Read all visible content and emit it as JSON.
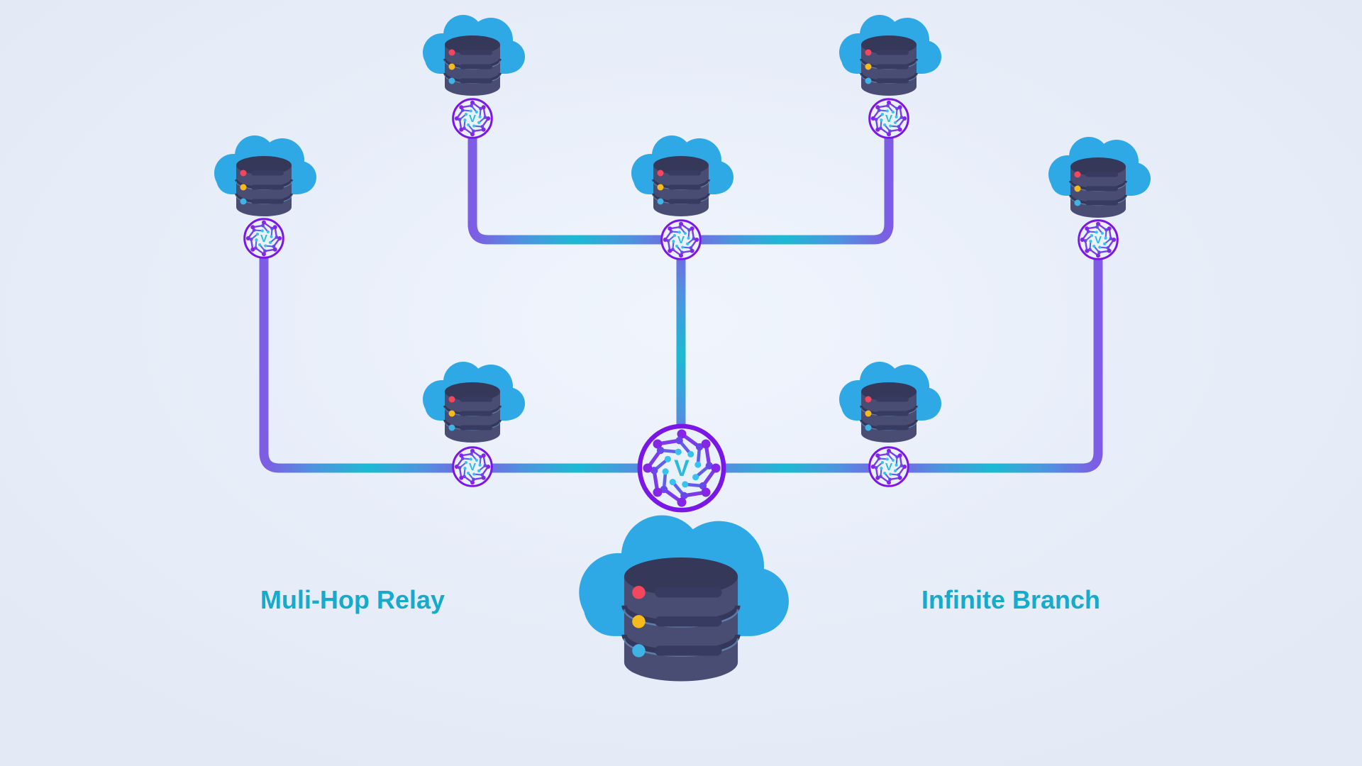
{
  "diagram": {
    "labels": {
      "left": "Muli-Hop Relay",
      "right": "Infinite Branch"
    },
    "logo_letter": "V",
    "nodes": [
      {
        "id": "server-top-left",
        "type": "cloud-server"
      },
      {
        "id": "server-top",
        "type": "cloud-server"
      },
      {
        "id": "server-top-center",
        "type": "cloud-server"
      },
      {
        "id": "server-top-right",
        "type": "cloud-server"
      },
      {
        "id": "server-right",
        "type": "cloud-server"
      },
      {
        "id": "server-mid-left",
        "type": "cloud-server"
      },
      {
        "id": "server-mid-right",
        "type": "cloud-server"
      },
      {
        "id": "server-hub",
        "type": "cloud-server-large"
      },
      {
        "id": "relay-top-left",
        "type": "v-node"
      },
      {
        "id": "relay-top",
        "type": "v-node"
      },
      {
        "id": "relay-top-center",
        "type": "v-node"
      },
      {
        "id": "relay-top-right",
        "type": "v-node"
      },
      {
        "id": "relay-right",
        "type": "v-node"
      },
      {
        "id": "relay-mid-left",
        "type": "v-node"
      },
      {
        "id": "relay-mid-right",
        "type": "v-node"
      },
      {
        "id": "hub",
        "type": "v-node-large"
      }
    ],
    "edges": [
      {
        "from": "relay-top",
        "to": "relay-top-center"
      },
      {
        "from": "relay-top-right",
        "to": "relay-top-center"
      },
      {
        "from": "relay-top-center",
        "to": "hub"
      },
      {
        "from": "relay-top-left",
        "to": "relay-mid-left"
      },
      {
        "from": "relay-mid-left",
        "to": "hub"
      },
      {
        "from": "relay-right",
        "to": "relay-mid-right"
      },
      {
        "from": "relay-mid-right",
        "to": "hub"
      }
    ],
    "colors": {
      "background": "#E8EEF9",
      "line_purple": "#7E5CE3",
      "line_teal": "#1CBAD2",
      "node_ring_purple": "#7A16E6",
      "logo_cyan": "#2CBAD8",
      "cloud_blue": "#2EA9E6",
      "cylinder_body": "#4A4D73",
      "cylinder_top": "#363859",
      "led_red": "#F4465C",
      "led_yellow": "#F5BB1E",
      "led_blue": "#3FB2E6",
      "label_teal": "#18AACD"
    }
  }
}
